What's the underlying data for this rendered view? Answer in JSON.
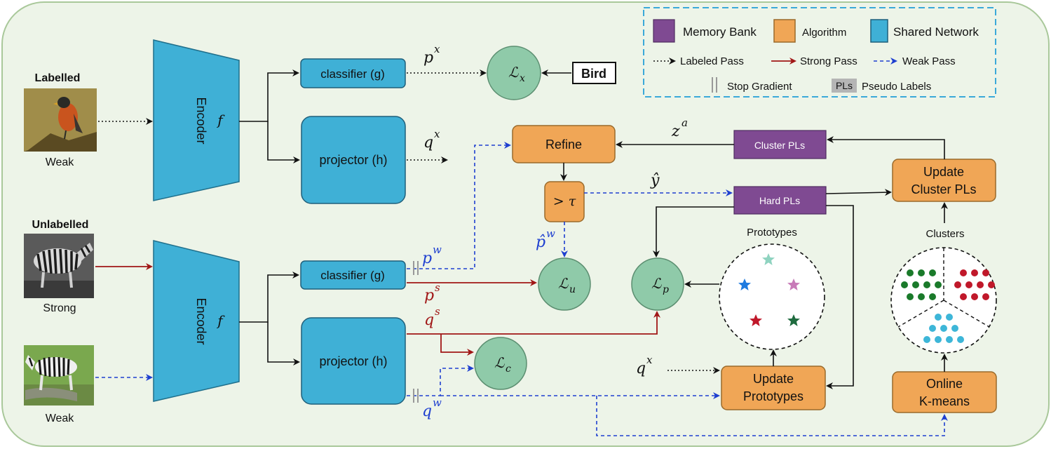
{
  "legend": {
    "memory_bank": "Memory Bank",
    "algorithm": "Algorithm",
    "shared_network": "Shared Network",
    "labeled_pass": "Labeled Pass",
    "strong_pass": "Strong Pass",
    "weak_pass": "Weak Pass",
    "stop_gradient": "Stop Gradient",
    "pls_tag": "PLs",
    "pseudo_labels": "Pseudo Labels"
  },
  "top_branch": {
    "heading": "Labelled",
    "caption": "Weak",
    "encoder": "Encoder",
    "encoder_var": "f",
    "classifier": "classifier (g)",
    "projector": "projector (h)",
    "p_sym": "p",
    "p_sup": "x",
    "q_sym": "q",
    "q_sup": "x",
    "loss_sym": "ℒ",
    "loss_sub": "x",
    "label_box": "Bird"
  },
  "bottom_branch": {
    "heading": "Unlabelled",
    "caption_strong": "Strong",
    "caption_weak": "Weak",
    "encoder": "Encoder",
    "encoder_var": "f",
    "classifier": "classifier (g)",
    "projector": "projector (h)",
    "pw_sym": "p",
    "pw_sup": "w",
    "ps_sym": "p",
    "ps_sup": "s",
    "qs_sym": "q",
    "qs_sup": "s",
    "qw_sym": "q",
    "qw_sup": "w",
    "lu_sym": "ℒ",
    "lu_sub": "u",
    "lc_sym": "ℒ",
    "lc_sub": "c",
    "lp_sym": "ℒ",
    "lp_sub": "p"
  },
  "pipeline": {
    "refine": "Refine",
    "threshold": "> τ",
    "phat_sym": "p̂",
    "phat_sup": "w",
    "za_sym": "z",
    "za_sup": "a",
    "yhat": "ŷ",
    "cluster_pls": "Cluster PLs",
    "hard_pls": "Hard PLs",
    "update_cluster_1": "Update",
    "update_cluster_2": "Cluster PLs",
    "prototypes_title": "Prototypes",
    "clusters_title": "Clusters",
    "update_proto_1": "Update",
    "update_proto_2": "Prototypes",
    "online_1": "Online",
    "online_2": "K-means",
    "qx_sym": "q",
    "qx_sup": "x"
  },
  "colors": {
    "memory_bank": "#7f4a92",
    "algorithm": "#f0a656",
    "shared_network": "#3fb0d6",
    "loss": "#8fcaa9",
    "strong": "#a01616",
    "weak": "#1e3fd0",
    "cluster_green": "#1a7a2a",
    "cluster_red": "#c0182a",
    "cluster_cyan": "#3db6d8",
    "star_mint": "#8fd3c0",
    "star_blue": "#1e7be0",
    "star_pink": "#c87ab8",
    "star_red": "#c0182a",
    "star_green": "#1f6b3f"
  }
}
